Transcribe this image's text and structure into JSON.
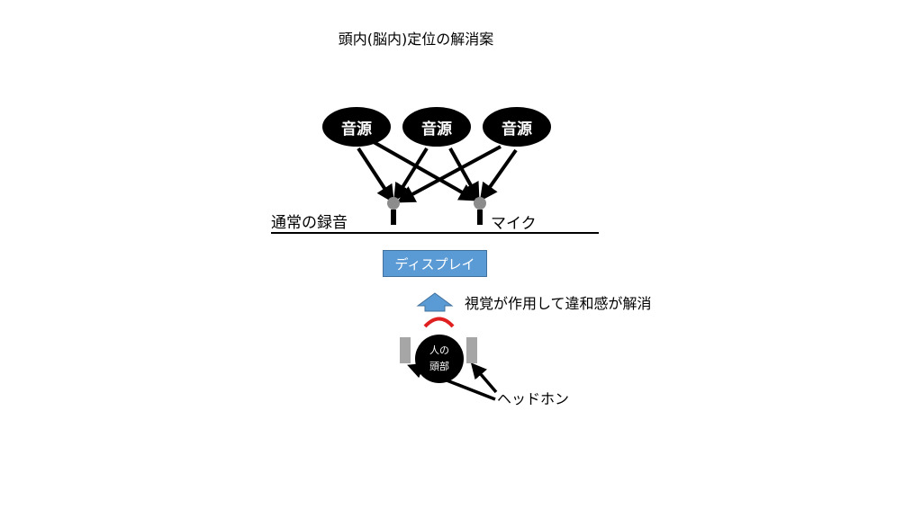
{
  "title": "頭内(脳内)定位の解消案",
  "sources": [
    {
      "label": "音源"
    },
    {
      "label": "音源"
    },
    {
      "label": "音源"
    }
  ],
  "labels": {
    "normal_recording": "通常の録音",
    "mic": "マイク",
    "display": "ディスプレイ",
    "vision_resolves": "視覚が作用して違和感が解消",
    "headphones": "ヘッドホン"
  },
  "head": {
    "line1": "人の",
    "line2": "頭部"
  },
  "colors": {
    "display_fill": "#5b9bd5",
    "up_arrow": "#5b9bd5",
    "face_arc": "#e02020",
    "headphone": "#a6a6a6",
    "mic_head": "#8c8c8c"
  }
}
